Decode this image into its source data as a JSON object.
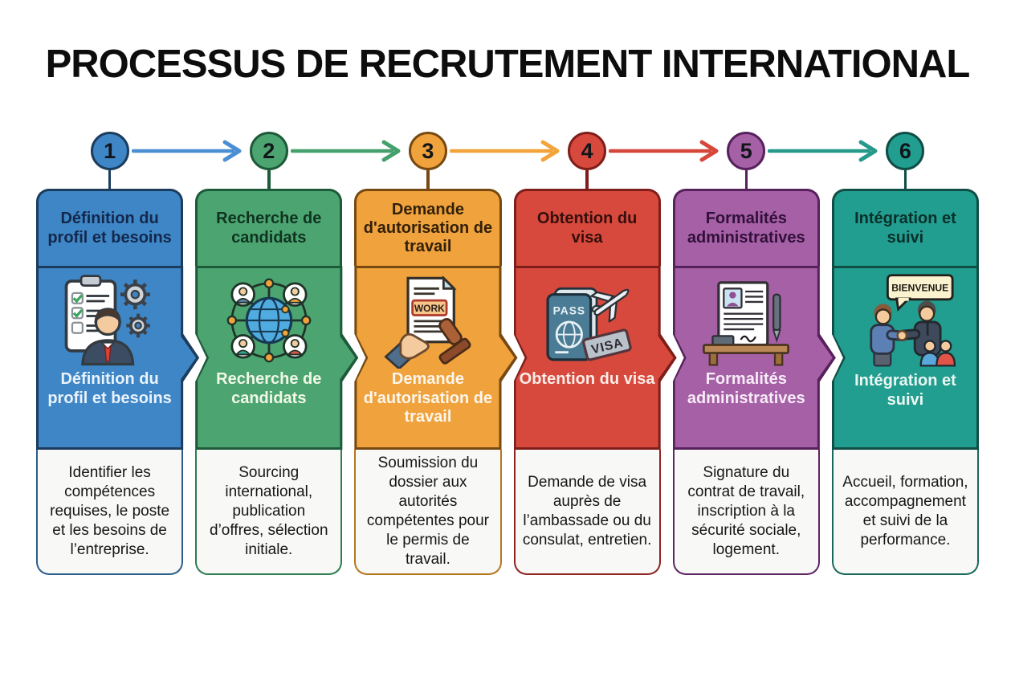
{
  "page": {
    "title": "PROCESSUS DE RECRUTEMENT INTERNATIONAL",
    "background": "#FFFFFF",
    "title_color": "#0D0D0D"
  },
  "icon_texts": {
    "work": "WORK",
    "pass": "PASS",
    "visa": "VISA",
    "bienvenue": "BIENVENUE"
  },
  "arrows": [
    {
      "color": "#4A8FD4"
    },
    {
      "color": "#45A06B"
    },
    {
      "color": "#F2A43B"
    },
    {
      "color": "#D6473B"
    },
    {
      "color": "#26998B"
    }
  ],
  "steps": [
    {
      "number": "1",
      "title": "Définition du profil et besoins",
      "label": "Définition du profil et besoins",
      "description": "Identifier les compétences requises, le poste et les besoins de l’entreprise.",
      "icon": "clipboard-checklist-manager-gears-icon",
      "colors": {
        "fill": "#3E86C6",
        "dark": "#1C3C5E",
        "desc_border": "#2D5E8B",
        "header_text": "#14284B",
        "label_text": "#EAF3FB"
      }
    },
    {
      "number": "2",
      "title": "Recherche de candidats",
      "label": "Recherche de candidats",
      "description": "Sourcing international, publication d’offres, sélection initiale.",
      "icon": "global-candidates-network-icon",
      "colors": {
        "fill": "#4CA571",
        "dark": "#1D5A39",
        "desc_border": "#2E7D51",
        "header_text": "#0F3320",
        "label_text": "#F2F7E8"
      }
    },
    {
      "number": "3",
      "title": "Demande d'autorisation de travail",
      "label": "Demande d'autorisation de travail",
      "description": "Soumission du dossier aux autorités compétentes pour le permis de travail.",
      "icon": "work-permit-document-stamp-icon",
      "colors": {
        "fill": "#F0A23C",
        "dark": "#774912",
        "desc_border": "#B5761D",
        "header_text": "#32200A",
        "label_text": "#FDF6EC"
      }
    },
    {
      "number": "4",
      "title": "Obtention du visa",
      "label": "Obtention du visa",
      "description": "Demande de visa auprès de l’ambassade ou du consulat, entretien.",
      "icon": "passport-visa-airplane-icon",
      "colors": {
        "fill": "#D8493D",
        "dark": "#7E1E1A",
        "desc_border": "#8F2320",
        "header_text": "#340F0C",
        "label_text": "#FBEDE8"
      }
    },
    {
      "number": "5",
      "title": "Formalités administratives",
      "label": "Formalités administratives",
      "description": "Signature du contrat de travail, inscription à la sécurité sociale, logement.",
      "icon": "contract-signing-desk-pen-icon",
      "colors": {
        "fill": "#A560A6",
        "dark": "#57215C",
        "desc_border": "#5E2563",
        "header_text": "#32103A",
        "label_text": "#F7ECF7"
      }
    },
    {
      "number": "6",
      "title": "Intégration et suivi",
      "label": "Intégration et suivi",
      "description": "Accueil, formation, accompagnement et suivi de la performance.",
      "icon": "welcome-handshake-team-icon",
      "colors": {
        "fill": "#219E90",
        "dark": "#0F4D45",
        "desc_border": "#19685C",
        "header_text": "#0A2F2A",
        "label_text": "#ECF7F2"
      }
    }
  ]
}
